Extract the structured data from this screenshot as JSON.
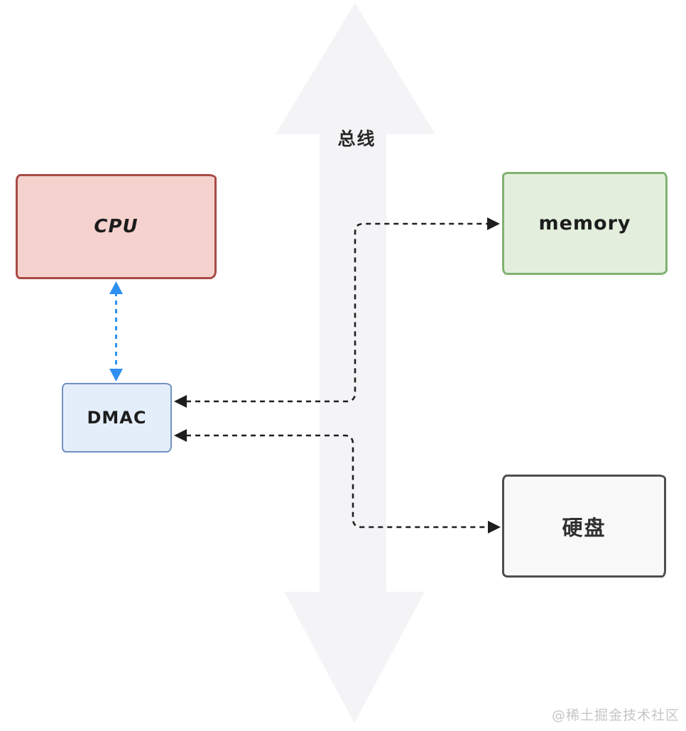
{
  "diagram": {
    "title": "DMA bus architecture sketch",
    "bus": {
      "label": "总线",
      "shape": "vertical-double-arrow",
      "fill": "#f4f4f6"
    },
    "nodes": {
      "cpu": {
        "label": "CPU",
        "fill": "#f5d2ce",
        "border": "#a94a45"
      },
      "memory": {
        "label": "memory",
        "fill": "#e3efdc",
        "border": "#7fb36f"
      },
      "dmac": {
        "label": "DMAC",
        "fill": "#e4eefa",
        "border": "#7291c1"
      },
      "disk": {
        "label": "硬盘",
        "fill": "#f9f9fa",
        "border": "#4e4e4e"
      }
    },
    "connectors": {
      "cpu_dmac": {
        "from": "CPU",
        "to": "DMAC",
        "style": "dashed",
        "color": "#2e90f0",
        "direction": "bidirectional"
      },
      "dmac_memory": {
        "from": "DMAC",
        "to": "memory",
        "style": "dashed",
        "color": "#1e1e1e",
        "direction": "bidirectional"
      },
      "dmac_disk": {
        "from": "DMAC",
        "to": "硬盘",
        "style": "dashed",
        "color": "#1e1e1e",
        "direction": "bidirectional"
      }
    },
    "watermark": "@稀土掘金技术社区"
  }
}
